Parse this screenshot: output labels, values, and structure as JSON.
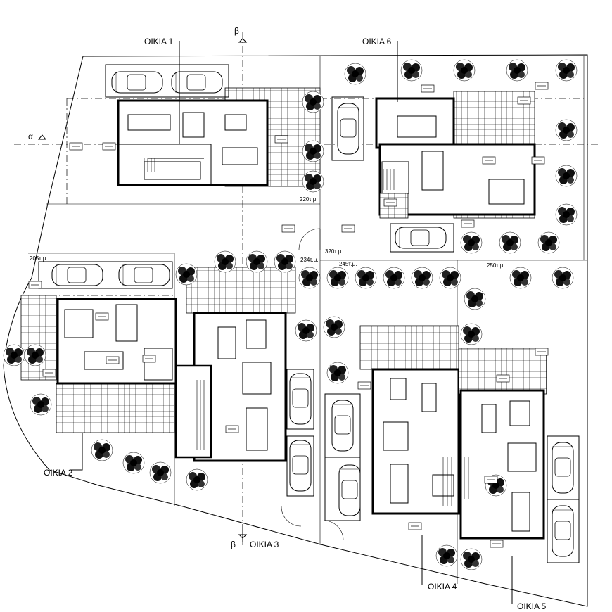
{
  "houses": [
    {
      "id": "h1",
      "label": "OIKIA 1"
    },
    {
      "id": "h2",
      "label": "OIKIA 2"
    },
    {
      "id": "h3",
      "label": "OIKIA 3"
    },
    {
      "id": "h4",
      "label": "OIKIA 4"
    },
    {
      "id": "h5",
      "label": "OIKIA 5"
    },
    {
      "id": "h6",
      "label": "OIKIA 6"
    }
  ],
  "areas": {
    "a1": "220τ.μ.",
    "a2": "205τ.μ.",
    "a3": "234τ.μ.",
    "a4": "245τ.μ.",
    "a5": "250τ.μ.",
    "a6": "320τ.μ."
  },
  "sections": {
    "alpha": "α",
    "beta_top": "β",
    "beta_bottom": "β"
  },
  "icons": {
    "tree": "tree-symbol-icon",
    "car": "car-symbol-icon",
    "level": "level-marker-icon"
  }
}
